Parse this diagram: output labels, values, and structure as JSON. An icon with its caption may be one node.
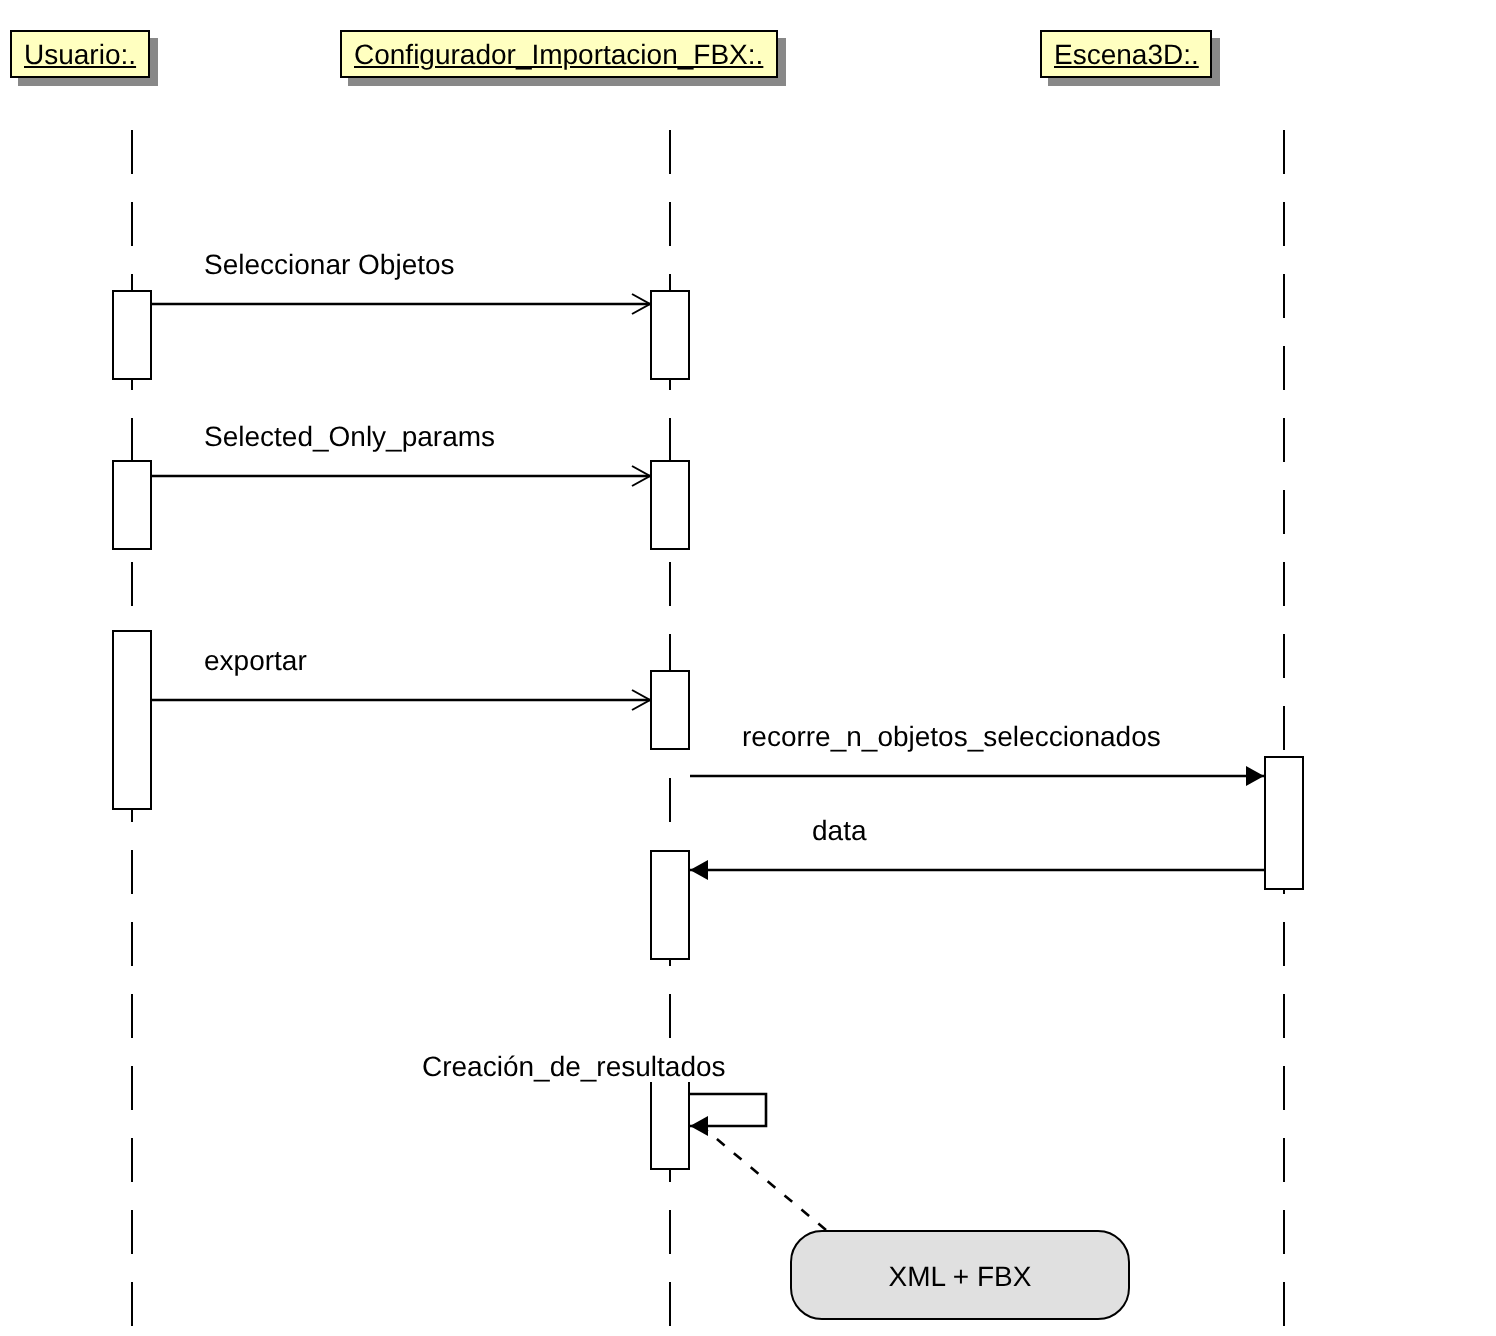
{
  "diagram": {
    "nodes": [
      {
        "text": [
          "Usuario:."
        ]
      },
      {
        "text": [
          "Configurador_Importacion_FBX:."
        ]
      },
      {
        "text": [
          "Escena3D:."
        ]
      },
      {
        "text": [],
        "shape": "bar"
      },
      {
        "text": [],
        "shape": "bar"
      },
      {
        "text": [],
        "shape": "bar"
      },
      {
        "text": [],
        "shape": "bar"
      },
      {
        "text": [],
        "shape": "bar"
      },
      {
        "text": [],
        "shape": "bar"
      },
      {
        "text": [],
        "shape": "bar"
      },
      {
        "text": [],
        "shape": "bar"
      },
      {
        "text": [],
        "shape": "bar"
      },
      {
        "text": [
          "XML + FBX"
        ]
      }
    ],
    "edges": [
      {
        "from": 3,
        "to": 4,
        "arrow": "to",
        "label": "Seleccionar Objetos"
      },
      {
        "from": 5,
        "to": 6,
        "arrow": "to",
        "label": "Selected_Only_params"
      },
      {
        "from": 7,
        "to": 8,
        "arrow": "to",
        "label": "exportar"
      },
      {
        "from": 8,
        "to": 9,
        "arrow": "to",
        "label": "recorre_n_objetos_seleccionados"
      },
      {
        "from": 9,
        "to": 10,
        "arrow": "to",
        "label": "data"
      },
      {
        "from": 11,
        "to": 11,
        "arrow": "to",
        "label": "Creación_de_resultados"
      },
      {
        "from": 12,
        "to": 11,
        "arrow": "none",
        "style": "dashed"
      }
    ]
  }
}
